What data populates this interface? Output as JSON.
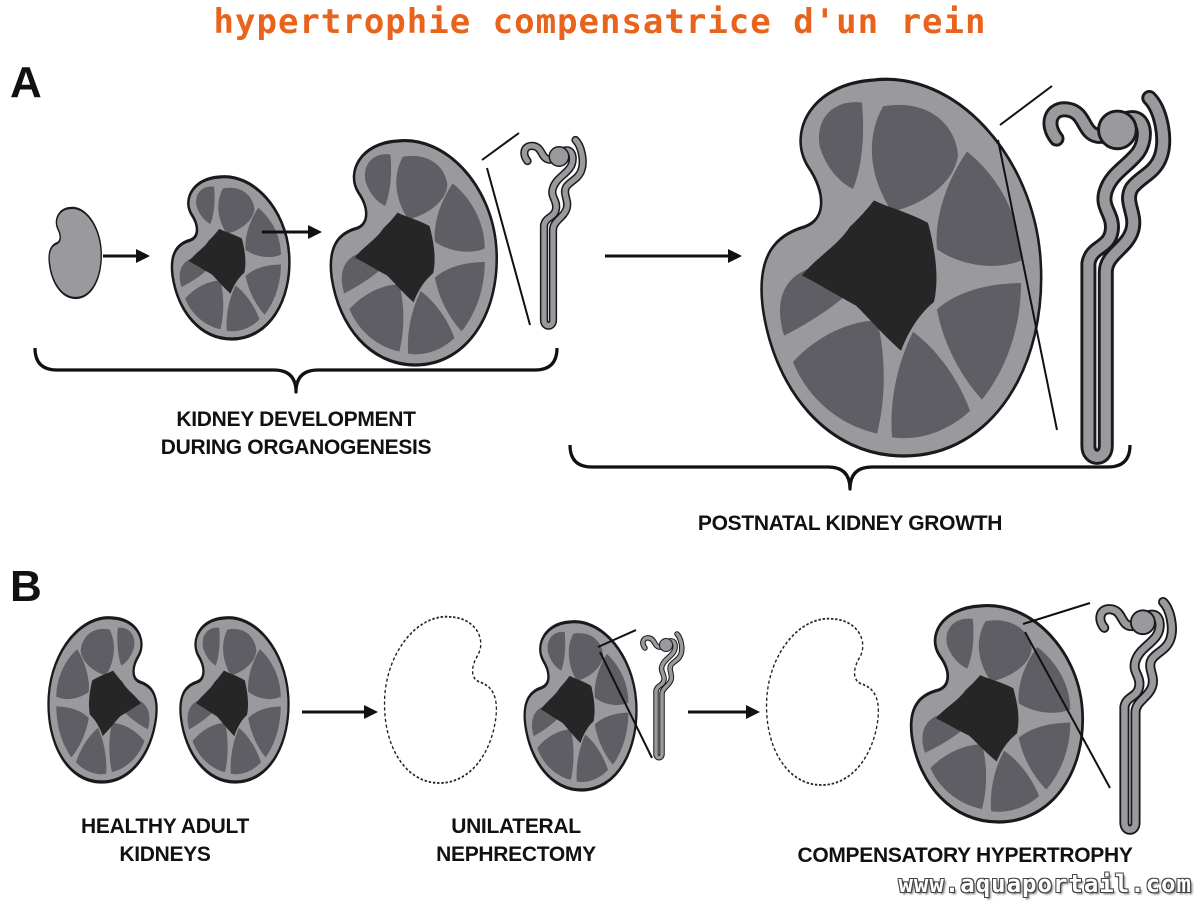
{
  "title": "hypertrophie compensatrice d'un rein",
  "panels": [
    {
      "letter": "A",
      "captions": [
        {
          "lines": [
            "KIDNEY DEVELOPMENT",
            "DURING ORGANOGENESIS"
          ]
        },
        {
          "lines": [
            "POSTNATAL KIDNEY GROWTH"
          ]
        }
      ]
    },
    {
      "letter": "B",
      "captions": [
        {
          "lines": [
            "HEALTHY ADULT",
            "KIDNEYS"
          ]
        },
        {
          "lines": [
            "UNILATERAL",
            "NEPHRECTOMY"
          ]
        },
        {
          "lines": [
            "COMPENSATORY HYPERTROPHY"
          ]
        }
      ]
    }
  ],
  "watermark": "www.aquaportail.com",
  "colors": {
    "title": "#e8641c",
    "cortex": "#9a9a9e",
    "lobe": "#5e5e64",
    "medulla": "#262626",
    "outline": "#1a1a1a",
    "nephron": "#9a9a9e"
  }
}
